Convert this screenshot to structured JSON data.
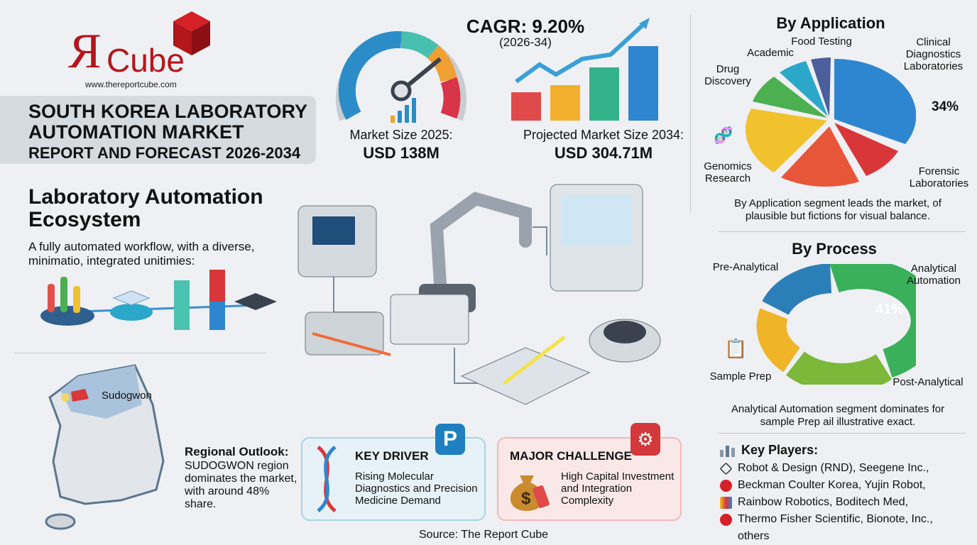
{
  "logo": {
    "brand": "RCube",
    "url": "www.thereportcube.com"
  },
  "header": {
    "title_line1": "SOUTH KOREA LABORATORY",
    "title_line2": "AUTOMATION MARKET",
    "subtitle": "REPORT AND FORECAST 2026-2034"
  },
  "ecosystem": {
    "title": "Laboratory Automation Ecosystem",
    "description": "A fully automated workflow, with a diverse, minimatio, integrated unitimies:"
  },
  "market": {
    "size_label": "Market Size 2025:",
    "size_value": "USD 138M",
    "cagr": "CAGR: 9.20%",
    "cagr_period": "(2026-34)",
    "projected_label": "Projected Market Size 2034:",
    "projected_value": "USD 304.71M"
  },
  "by_application": {
    "title": "By Application",
    "segments": [
      "Food Testing",
      "Academic",
      "Drug Discovery",
      "Clinical Diagnostics Laboratories",
      "Genomics Research",
      "Forensic Laboratories"
    ],
    "highlight_value": "34%",
    "note": "By Application segment leads the market, of plausible but fictions for visual balance.",
    "colors": {
      "clinical": "#2f86d0",
      "forensic": "#d9363a",
      "genomics": "#e8563a",
      "drug": "#f2c12e",
      "academic_green": "#4caf50",
      "academic": "#2aa7c9",
      "food": "#4a5f9c"
    }
  },
  "by_process": {
    "title": "By Process",
    "segments": [
      "Pre-Analytical",
      "Analytical Automation",
      "Sample Prep",
      "Post-Analytical"
    ],
    "highlight_value": "41%",
    "note": "Analytical Automation segment dominates for sample Prep ail illustrative exact.",
    "colors": {
      "analytical": "#3bb05a",
      "post": "#7cb83a",
      "sample": "#f0b429",
      "pre": "#2b7fb8"
    }
  },
  "regional": {
    "map_label": "Sudogwon",
    "title": "Regional Outlook:",
    "text": "SUDOGWON region dominates the market, with around 48% share."
  },
  "key_driver": {
    "title": "KEY DRIVER",
    "text": "Rising Molecular Diagnostics and Precision Medicine Demand",
    "badge": "P"
  },
  "major_challenge": {
    "title": "MAJOR CHALLENGE",
    "text": "High Capital Investment and Integration Complexity"
  },
  "key_players": {
    "title": "Key Players:",
    "lines": [
      "Robot & Design (RND), Seegene Inc.,",
      "Beckman Coulter Korea, Yujin Robot,",
      "Rainbow Robotics, Boditech Med,",
      "Thermo Fisher Scientific, Bionote, Inc.,",
      "others"
    ]
  },
  "source": "Source: The Report Cube"
}
